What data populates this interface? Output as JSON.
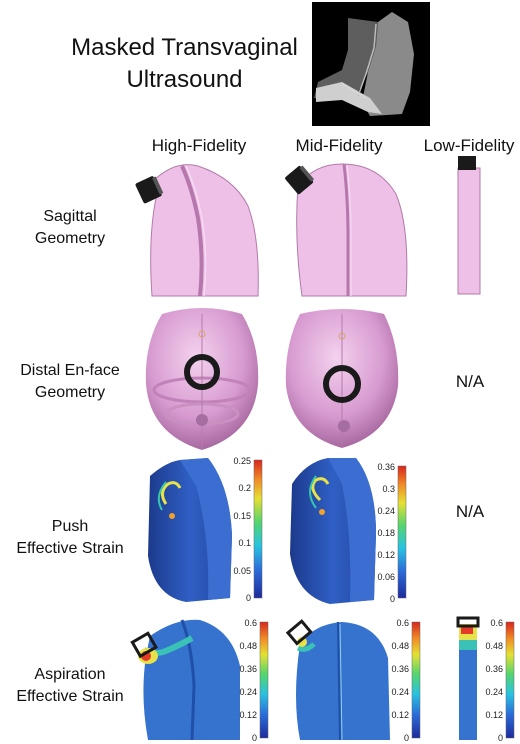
{
  "title": {
    "line1": "Masked Transvaginal",
    "line2": "Ultrasound"
  },
  "columns": [
    "High-Fidelity",
    "Mid-Fidelity",
    "Low-Fidelity"
  ],
  "rows": [
    {
      "line1": "Sagittal",
      "line2": "Geometry"
    },
    {
      "line1": "Distal En-face",
      "line2": "Geometry"
    },
    {
      "line1": "Push",
      "line2": "Effective Strain"
    },
    {
      "line1": "Aspiration",
      "line2": "Effective Strain"
    }
  ],
  "na_label": "N/A",
  "colorbars": {
    "push_high": [
      "0.25",
      "0.2",
      "0.15",
      "0.1",
      "0.05",
      "0"
    ],
    "push_mid": [
      "0.36",
      "0.3",
      "0.24",
      "0.18",
      "0.12",
      "0.06",
      "0"
    ],
    "asp_high": [
      "0.6",
      "0.48",
      "0.36",
      "0.24",
      "0.12",
      "0"
    ],
    "asp_mid": [
      "0.6",
      "0.48",
      "0.36",
      "0.24",
      "0.12",
      "0"
    ],
    "asp_low": [
      "0.6",
      "0.48",
      "0.36",
      "0.24",
      "0.12",
      "0"
    ]
  },
  "colors": {
    "tissue_pink": "#eebce6",
    "tissue_dark": "#c784bd",
    "strain_blue": "#2b55b5",
    "probe": "#1a1a1a"
  }
}
